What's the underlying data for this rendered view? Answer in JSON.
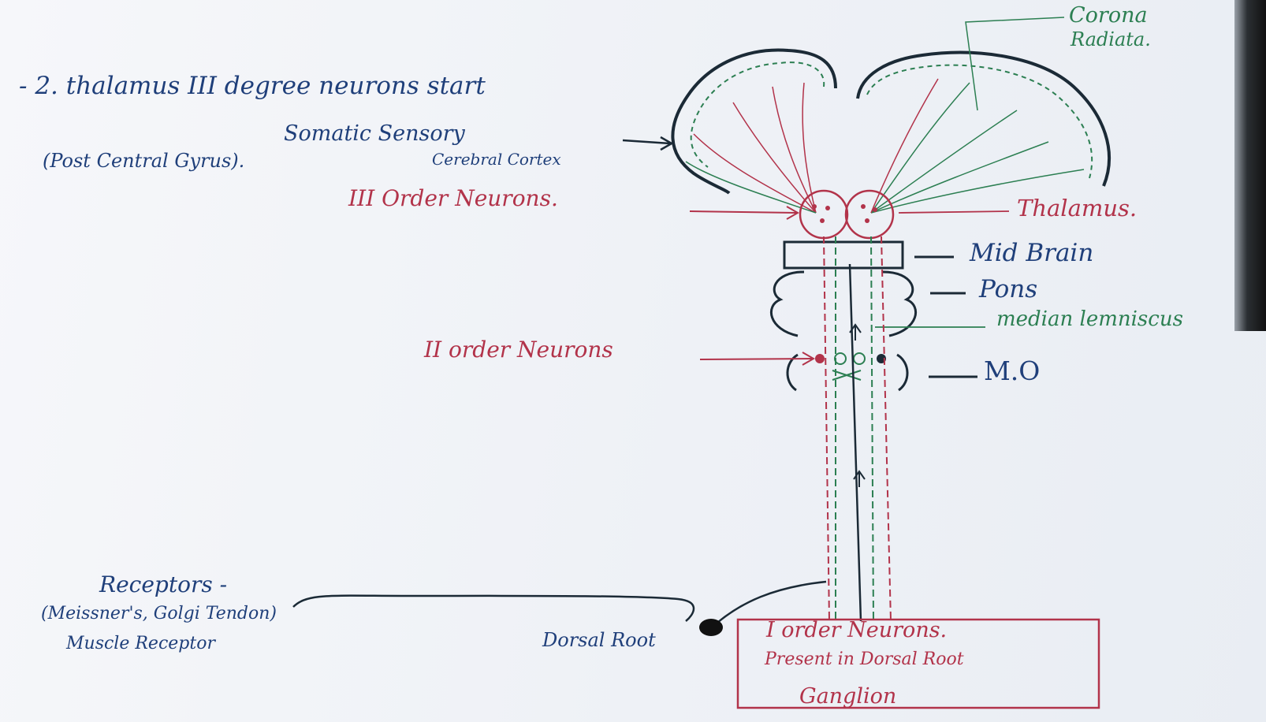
{
  "labels": {
    "heading": "- 2. thalamus III degree neurons start",
    "somatic_sensory": "Somatic Sensory",
    "cerebral_cortex": "Cerebral Cortex",
    "post_central_gyrus": "(Post Central Gyrus).",
    "third_order": "III Order Neurons.",
    "thalamus": "Thalamus.",
    "corona_1": "Corona",
    "corona_2": "Radiata.",
    "mid_brain": "Mid Brain",
    "pons": "Pons",
    "medial_lemniscus": "median lemniscus",
    "second_order": "II order Neurons",
    "mo": "M.O",
    "receptors_1": "Receptors -",
    "receptors_2": "(Meissner's, Golgi Tendon)",
    "receptors_3": "Muscle Receptor",
    "dorsal_root": "Dorsal Root",
    "first_order_1": "I order Neurons.",
    "first_order_2": "Present in Dorsal Root",
    "first_order_3": "Ganglion"
  },
  "colors": {
    "blue_ink": "#1f3f7a",
    "red_ink": "#b2334a",
    "green_ink": "#2c7f52",
    "dark_ink": "#1b2a36"
  }
}
